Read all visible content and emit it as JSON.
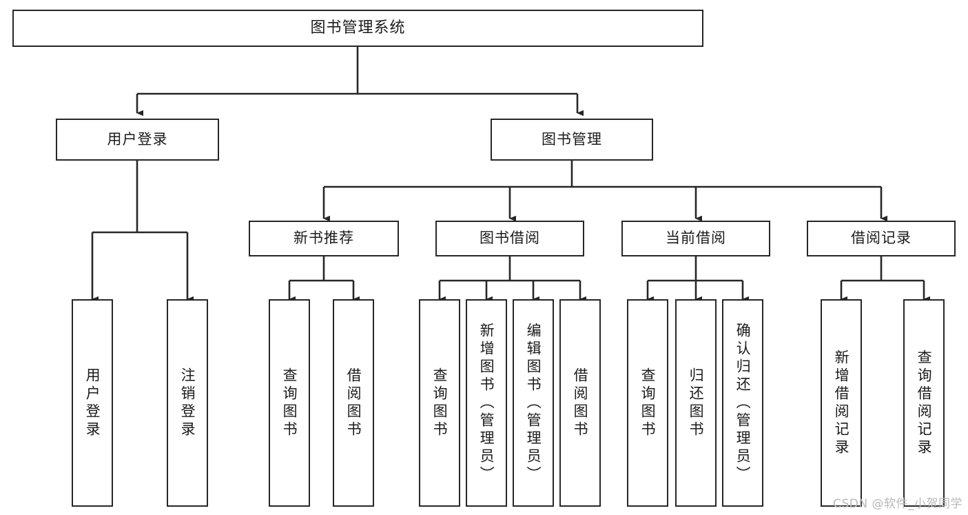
{
  "diagram": {
    "title": "图书管理系统",
    "type": "hierarchy-tree",
    "root": {
      "label": "图书管理系统"
    },
    "level2": [
      {
        "id": "user-login",
        "label": "用户登录"
      },
      {
        "id": "book-management",
        "label": "图书管理"
      }
    ],
    "level3": [
      {
        "id": "new-book-recommend",
        "label": "新书推荐",
        "parent": "book-management"
      },
      {
        "id": "book-borrow",
        "label": "图书借阅",
        "parent": "book-management"
      },
      {
        "id": "current-borrow",
        "label": "当前借阅",
        "parent": "book-management"
      },
      {
        "id": "borrow-record",
        "label": "借阅记录",
        "parent": "book-management"
      }
    ],
    "leaves": [
      {
        "id": "leaf-user-login",
        "label": "用户登录",
        "parent": "user-login"
      },
      {
        "id": "leaf-logout-login",
        "label": "注销登录",
        "parent": "user-login"
      },
      {
        "id": "leaf-query-book-1",
        "label": "查询图书",
        "parent": "new-book-recommend"
      },
      {
        "id": "leaf-borrow-book-1",
        "label": "借阅图书",
        "parent": "new-book-recommend"
      },
      {
        "id": "leaf-query-book-2",
        "label": "查询图书",
        "parent": "book-borrow"
      },
      {
        "id": "leaf-add-book",
        "label": "新增图书（管理员）",
        "parent": "book-borrow"
      },
      {
        "id": "leaf-edit-book",
        "label": "编辑图书（管理员）",
        "parent": "book-borrow"
      },
      {
        "id": "leaf-borrow-book-2",
        "label": "借阅图书",
        "parent": "book-borrow"
      },
      {
        "id": "leaf-query-book-3",
        "label": "查询图书",
        "parent": "current-borrow"
      },
      {
        "id": "leaf-return-book",
        "label": "归还图书",
        "parent": "current-borrow"
      },
      {
        "id": "leaf-confirm-return",
        "label": "确认归还（管理员）",
        "parent": "current-borrow"
      },
      {
        "id": "leaf-add-record",
        "label": "新增借阅记录",
        "parent": "borrow-record"
      },
      {
        "id": "leaf-query-record",
        "label": "查询借阅记录",
        "parent": "borrow-record"
      }
    ]
  },
  "watermark": {
    "text": "CSDN @软件_小贺同学"
  },
  "colors": {
    "stroke": "#262626",
    "background": "#ffffff",
    "text": "#1b1b1b",
    "watermark": "#b9b9b9"
  }
}
